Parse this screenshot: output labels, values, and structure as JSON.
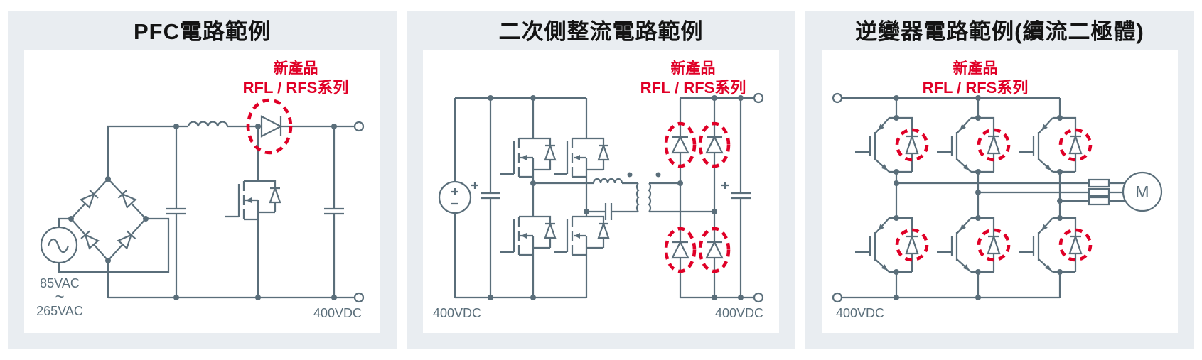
{
  "colors": {
    "line": "#5a6e7a",
    "accent_red": "#e00027",
    "panel_bg": "#e9edf1",
    "title": "#141414",
    "page_bg": "#ffffff"
  },
  "panels": [
    {
      "title": "PFC電路範例",
      "badge": {
        "line1": "新產品",
        "line2": "RFL / RFS系列"
      },
      "labels": {
        "input_min": "85VAC",
        "input_tilde": "~",
        "input_max": "265VAC",
        "output": "400VDC"
      }
    },
    {
      "title": "二次側整流電路範例",
      "badge": {
        "line1": "新產品",
        "line2": "RFL / RFS系列"
      },
      "labels": {
        "input": "400VDC",
        "output": "400VDC"
      }
    },
    {
      "title": "逆變器電路範例(續流二極體)",
      "badge": {
        "line1": "新產品",
        "line2": "RFL / RFS系列"
      },
      "labels": {
        "input": "400VDC",
        "motor": "M"
      }
    }
  ]
}
